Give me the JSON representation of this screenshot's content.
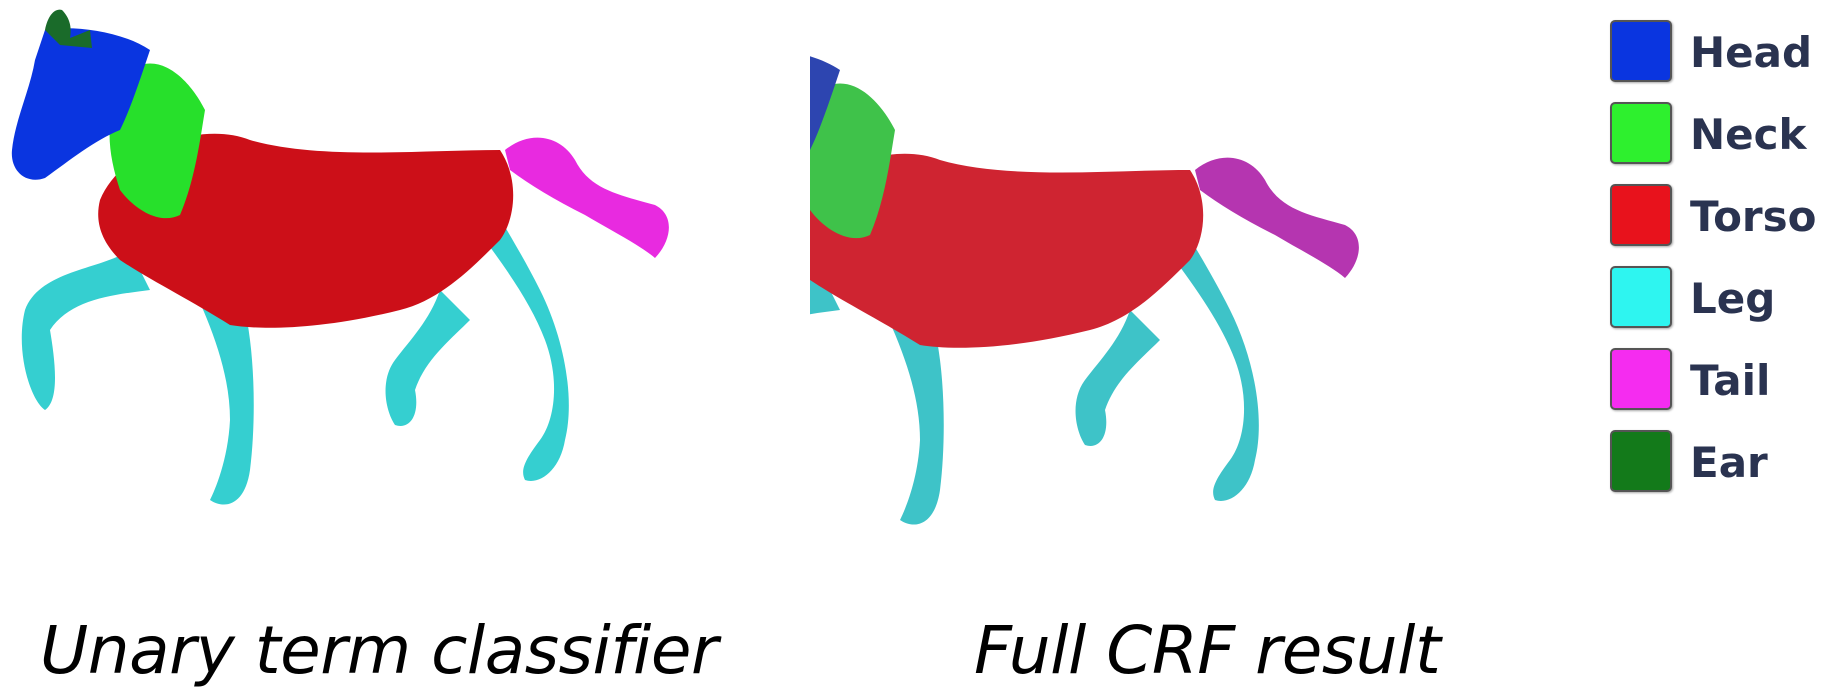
{
  "panels": [
    {
      "caption": "Unary term classifier"
    },
    {
      "caption": "Full CRF result"
    }
  ],
  "legend": [
    {
      "label": "Head",
      "color": "#0a35e0"
    },
    {
      "label": "Neck",
      "color": "#2ef02e"
    },
    {
      "label": "Torso",
      "color": "#e8121c"
    },
    {
      "label": "Leg",
      "color": "#2ef5f0"
    },
    {
      "label": "Tail",
      "color": "#f52cf0"
    },
    {
      "label": "Ear",
      "color": "#137a1a"
    }
  ],
  "horse_colors_unary": {
    "head": "#0a35e0",
    "neck": "#27e02b",
    "torso": "#cc0f18",
    "leg": "#35cfd0",
    "tail": "#e82ae0",
    "ear": "#1a6b2a"
  },
  "horse_colors_crf": {
    "head": "#2d45b0",
    "neck": "#3fc24a",
    "torso": "#cf2431",
    "leg": "#3ec3c8",
    "tail": "#b535b0",
    "ear": "#226b36"
  }
}
